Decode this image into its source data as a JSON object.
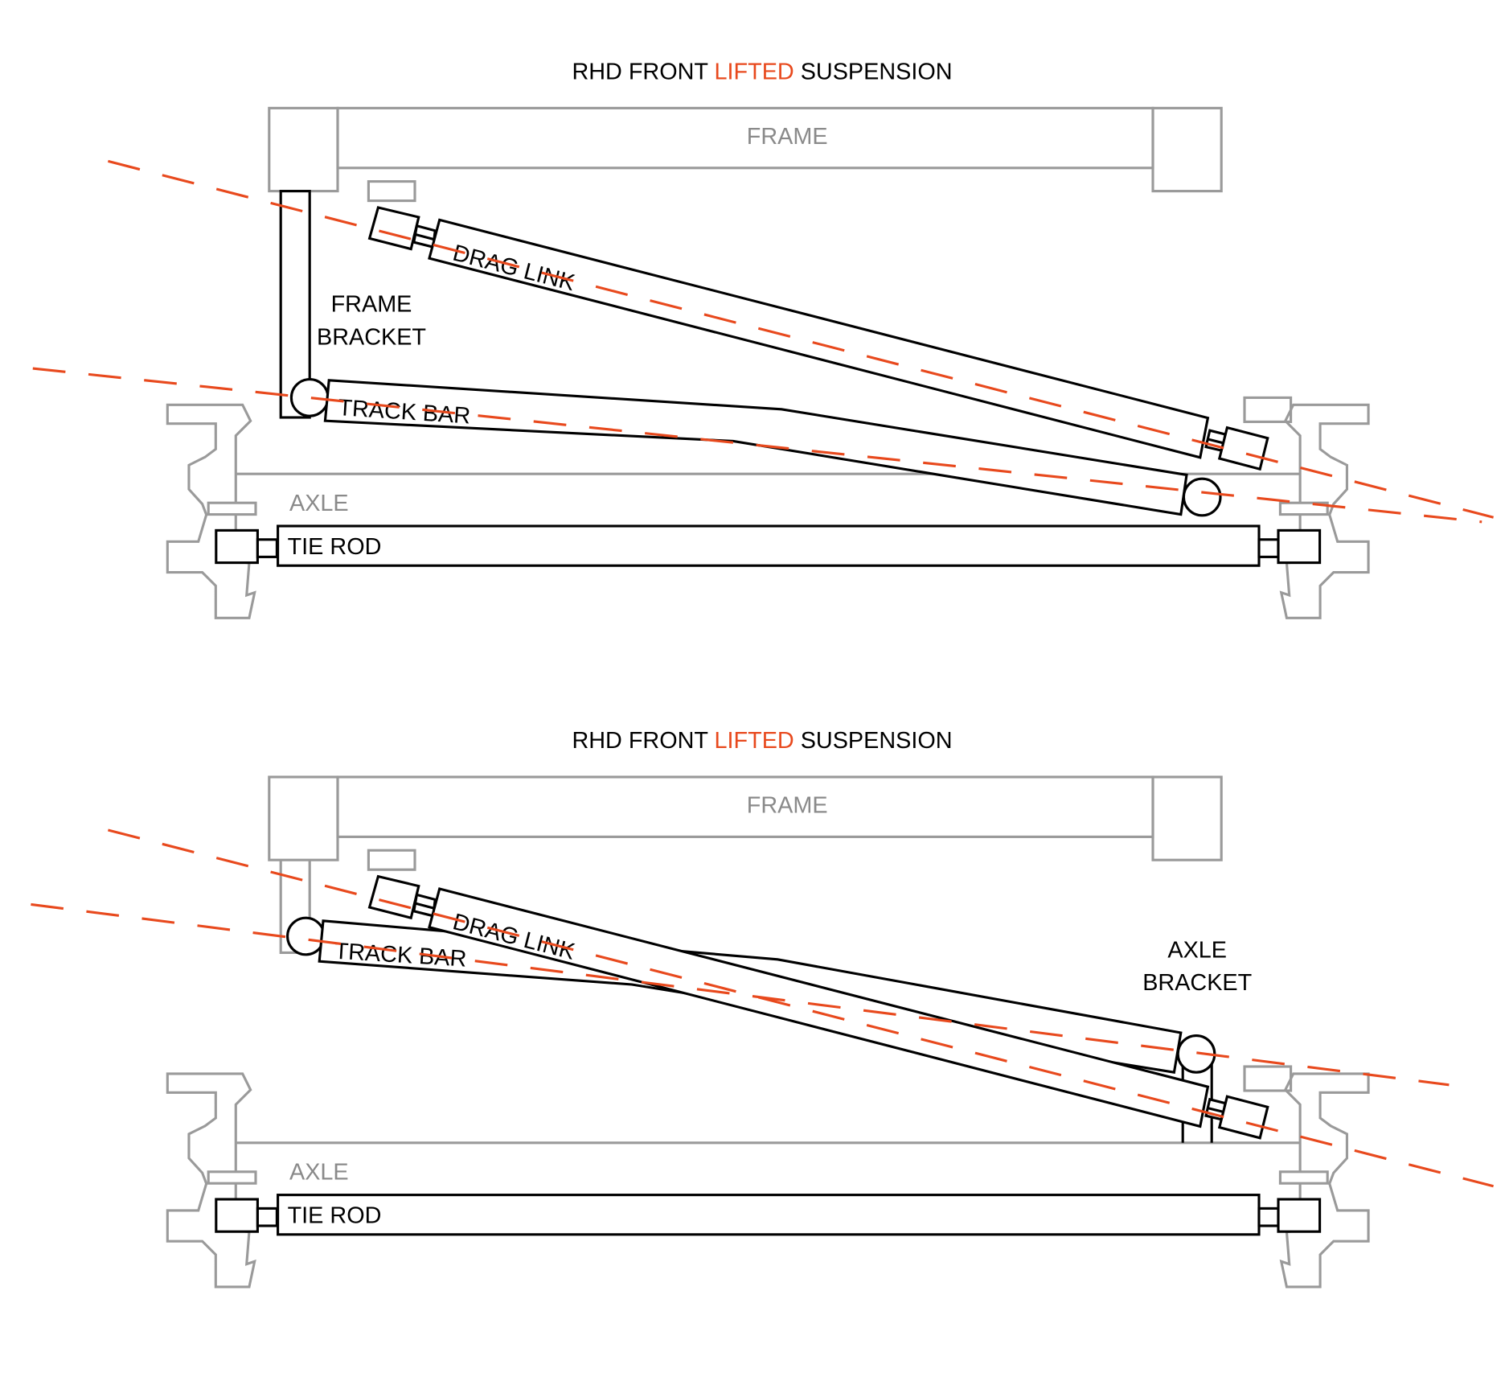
{
  "colors": {
    "accent": "#e8491d",
    "structure_gray": "#9a9a9a",
    "component": "#000000"
  },
  "panels": [
    {
      "title": {
        "prefix": "RHD FRONT ",
        "highlight": "LIFTED",
        "suffix": " SUSPENSION"
      },
      "labels": {
        "frame": "FRAME",
        "frame_bracket_line1": "FRAME",
        "frame_bracket_line2": "BRACKET",
        "drag_link": "DRAG LINK",
        "track_bar": "TRACK BAR",
        "axle": "AXLE",
        "tie_rod": "TIE ROD"
      }
    },
    {
      "title": {
        "prefix": "RHD FRONT ",
        "highlight": "LIFTED",
        "suffix": " SUSPENSION"
      },
      "labels": {
        "frame": "FRAME",
        "axle_bracket_line1": "AXLE",
        "axle_bracket_line2": "BRACKET",
        "drag_link": "DRAG LINK",
        "track_bar": "TRACK BAR",
        "axle": "AXLE",
        "tie_rod": "TIE ROD"
      }
    }
  ]
}
